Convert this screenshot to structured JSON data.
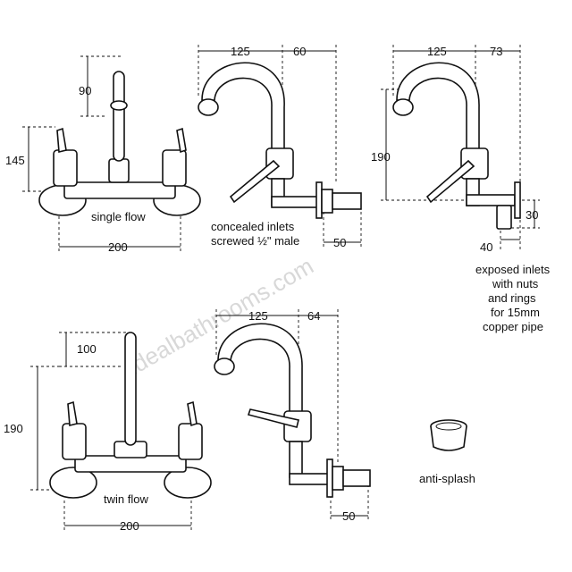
{
  "watermark": "idealbathrooms.com",
  "diagram1": {
    "dims": {
      "spout_height": "90",
      "lever_height": "145",
      "width": "200"
    },
    "caption": "single flow"
  },
  "diagram2": {
    "dims": {
      "spout_reach": "125",
      "depth": "60",
      "inlet": "50"
    },
    "caption_line1": "concealed inlets",
    "caption_line2": "screwed ½\" male"
  },
  "diagram3": {
    "dims": {
      "spout_reach": "125",
      "depth": "73",
      "height": "190",
      "offset_v": "30",
      "offset_h": "40"
    },
    "caption_lines": [
      "exposed inlets",
      "with nuts",
      "and rings",
      "for 15mm",
      "copper pipe"
    ]
  },
  "diagram4": {
    "dims": {
      "spout_height": "100",
      "lever_height": "190",
      "width": "200"
    },
    "caption": "twin flow"
  },
  "diagram5": {
    "dims": {
      "spout_reach": "125",
      "depth": "64",
      "inlet": "50"
    }
  },
  "diagram6": {
    "caption": "anti-splash"
  }
}
